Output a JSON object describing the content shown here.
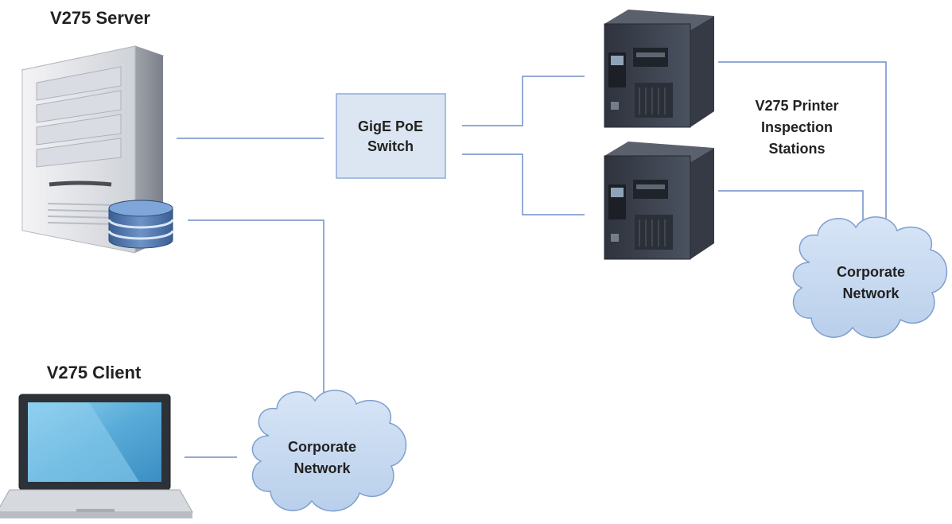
{
  "labels": {
    "server": "V275 Server",
    "client": "V275 Client",
    "switch_line1": "GigE PoE",
    "switch_line2": "Switch",
    "stations_line1": "V275 Printer",
    "stations_line2": "Inspection",
    "stations_line3": "Stations",
    "cloud_left_line1": "Corporate",
    "cloud_left_line2": "Network",
    "cloud_right_line1": "Corporate",
    "cloud_right_line2": "Network"
  },
  "colors": {
    "line": "#6f8fc7",
    "switch_fill": "#dce6f2",
    "switch_border": "#8faadc",
    "cloud_fill": "#c5d9f1",
    "cloud_stroke": "#7f9fcf",
    "printer_body": "#3f4552",
    "database": "#4a6fa5",
    "laptop_screen": "#5ba8d6"
  },
  "icons": {
    "server": "server-tower-icon",
    "database": "database-icon",
    "laptop": "laptop-icon",
    "printer": "label-printer-icon",
    "cloud": "cloud-icon"
  }
}
